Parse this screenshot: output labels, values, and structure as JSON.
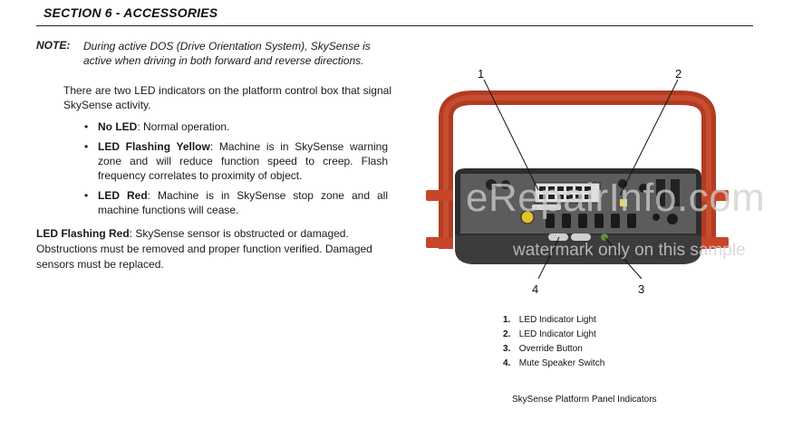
{
  "header": {
    "section_title": "SECTION 6 - ACCESSORIES"
  },
  "note": {
    "label": "NOTE:",
    "text": "During active DOS (Drive Orientation System), SkySense is active when driving in both forward and reverse directions."
  },
  "intro": "There are two LED indicators on the platform control box that signal SkySense activity.",
  "bullets": [
    {
      "bold": "No LED",
      "text": ": Normal operation."
    },
    {
      "bold": "LED Flashing Yellow",
      "text": ": Machine is in SkySense warning zone and will reduce function speed to creep. Flash frequency correlates to proximity of object."
    },
    {
      "bold": "LED Red",
      "text": ": Machine is in SkySense stop zone and all machine functions will cease."
    }
  ],
  "damaged": {
    "bold": "LED Flashing Red",
    "text": ": SkySense sensor is obstructed or damaged. Obstructions must be removed and proper function verified. Damaged sensors must be replaced."
  },
  "figure": {
    "callouts": [
      "1",
      "2",
      "3",
      "4"
    ],
    "legend": [
      {
        "num": "1.",
        "label": "LED Indicator Light"
      },
      {
        "num": "2.",
        "label": "LED Indicator Light"
      },
      {
        "num": "3.",
        "label": "Override Button"
      },
      {
        "num": "4.",
        "label": "Mute Speaker Switch"
      }
    ],
    "caption": "SkySense Platform Panel Indicators"
  },
  "watermark": {
    "site": "eRepairInfo.com",
    "notice": "watermark only on this sample"
  },
  "colors": {
    "frame": "#c8452a",
    "panel": "#3a3a3a"
  }
}
